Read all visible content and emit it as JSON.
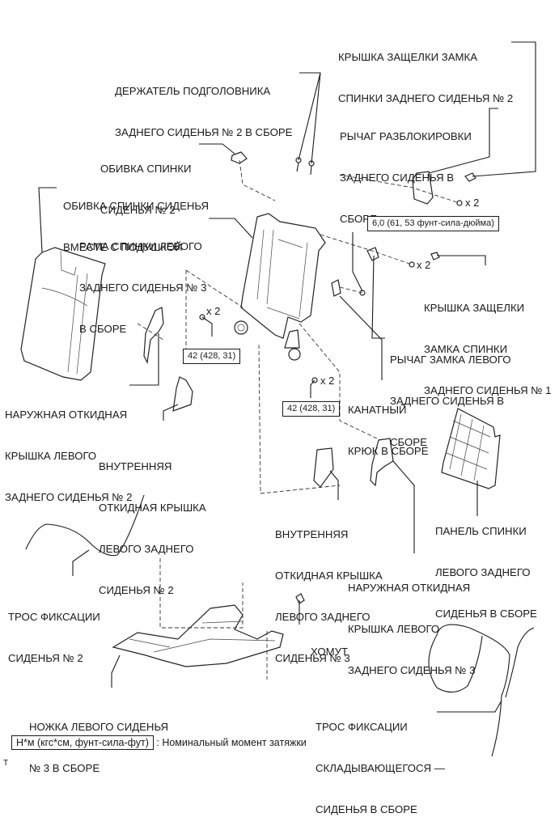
{
  "labels": {
    "latch_cover_2": [
      "КРЫШКА ЗАЩЕЛКИ ЗАМКА",
      "СПИНКИ ЗАДНЕГО СИДЕНЬЯ № 2"
    ],
    "headrest_holder": [
      "ДЕРЖАТЕЛЬ ПОДГОЛОВНИКА",
      "ЗАДНЕГО СИДЕНЬЯ № 2 В СБОРЕ"
    ],
    "release_lever": [
      "РЫЧАГ РАЗБЛОКИРОВКИ",
      "ЗАДНЕГО СИДЕНЬЯ В",
      "СБОРЕ"
    ],
    "back_trim_2": [
      "ОБИВКА СПИНКИ",
      "СИДЕНЬЯ № 2"
    ],
    "back_trim_pad": [
      "ОБИВКА СПИНКИ СИДЕНЬЯ",
      "ВМЕСТЕ С ПОДУШКОЙ"
    ],
    "back_frame": [
      "РАМА СПИНКИ ЛЕВОГО",
      "ЗАДНЕГО СИДЕНЬЯ № 3",
      "В СБОРЕ"
    ],
    "latch_cover_1": [
      "КРЫШКА ЗАЩЕЛКИ",
      "ЗАМКА СПИНКИ",
      "ЗАДНЕГО СИДЕНЬЯ № 1"
    ],
    "lock_lever": [
      "РЫЧАГ ЗАМКА ЛЕВОГО",
      "ЗАДНЕГО СИДЕНЬЯ В",
      "СБОРЕ"
    ],
    "cable_hook": [
      "КАНАТНЫЙ",
      "КРЮК В СБОРЕ"
    ],
    "outer_cover_2": [
      "НАРУЖНАЯ ОТКИДНАЯ",
      "КРЫШКА ЛЕВОГО",
      "ЗАДНЕГО СИДЕНЬЯ № 2"
    ],
    "inner_cover_2": [
      "ВНУТРЕННЯЯ",
      "ОТКИДНАЯ КРЫШКА",
      "ЛЕВОГО ЗАДНЕГО",
      "СИДЕНЬЯ № 2"
    ],
    "inner_cover_3": [
      "ВНУТРЕННЯЯ",
      "ОТКИДНАЯ КРЫШКА",
      "ЛЕВОГО ЗАДНЕГО",
      "СИДЕНЬЯ № 3"
    ],
    "back_panel": [
      "ПАНЕЛЬ СПИНКИ",
      "ЛЕВОГО ЗАДНЕГО",
      "СИДЕНЬЯ В СБОРЕ"
    ],
    "outer_cover_3": [
      "НАРУЖНАЯ ОТКИДНАЯ",
      "КРЫШКА ЛЕВОГО",
      "ЗАДНЕГО СИДЕНЬЯ № 3"
    ],
    "lock_cable_2": [
      "ТРОС ФИКСАЦИИ",
      "СИДЕНЬЯ № 2"
    ],
    "clamp": [
      "ХОМУТ"
    ],
    "seat_leg": [
      "НОЖКА ЛЕВОГО СИДЕНЬЯ",
      "№ 3 В СБОРЕ"
    ],
    "fold_cable": [
      "ТРОС ФИКСАЦИИ",
      "СКЛАДЫВАЮЩЕГОСЯ —",
      "СИДЕНЬЯ В СБОРЕ"
    ]
  },
  "torque_specs": {
    "release_lever_screw": "6,0 (61, 53 фунт-сила-дюйма)",
    "frame_bolt_upper": "42 (428, 31)",
    "frame_bolt_lower": "42 (428, 31)"
  },
  "quantities": {
    "release_lever_screw": "x 2",
    "lock_lever_screw": "x 2",
    "frame_bolt_upper": "x 2",
    "frame_bolt_lower": "x 2"
  },
  "legend": {
    "unit_box": "Н*м (кгс*см, фунт-сила-фут)",
    "description": ": Номинальный момент затяжки"
  },
  "footer_mark": "T"
}
